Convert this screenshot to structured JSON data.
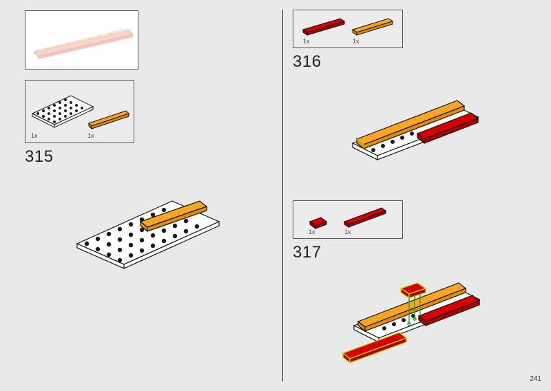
{
  "page_number": "241",
  "steps": [
    {
      "number": "315",
      "parts": [
        {
          "qty": "1x",
          "part": "white-plate"
        },
        {
          "qty": "1x",
          "part": "orange-tile"
        }
      ]
    },
    {
      "number": "316",
      "parts": [
        {
          "qty": "1x",
          "part": "red-tile"
        },
        {
          "qty": "1x",
          "part": "orange-tile"
        }
      ]
    },
    {
      "number": "317",
      "parts": [
        {
          "qty": "1x",
          "part": "red-tile-small"
        },
        {
          "qty": "1x",
          "part": "red-tile-long"
        }
      ]
    }
  ],
  "colors": {
    "orange": "#f6a623",
    "red": "#d40000",
    "white": "#ffffff",
    "outline": "#111111",
    "highlight": "#c8d400"
  }
}
